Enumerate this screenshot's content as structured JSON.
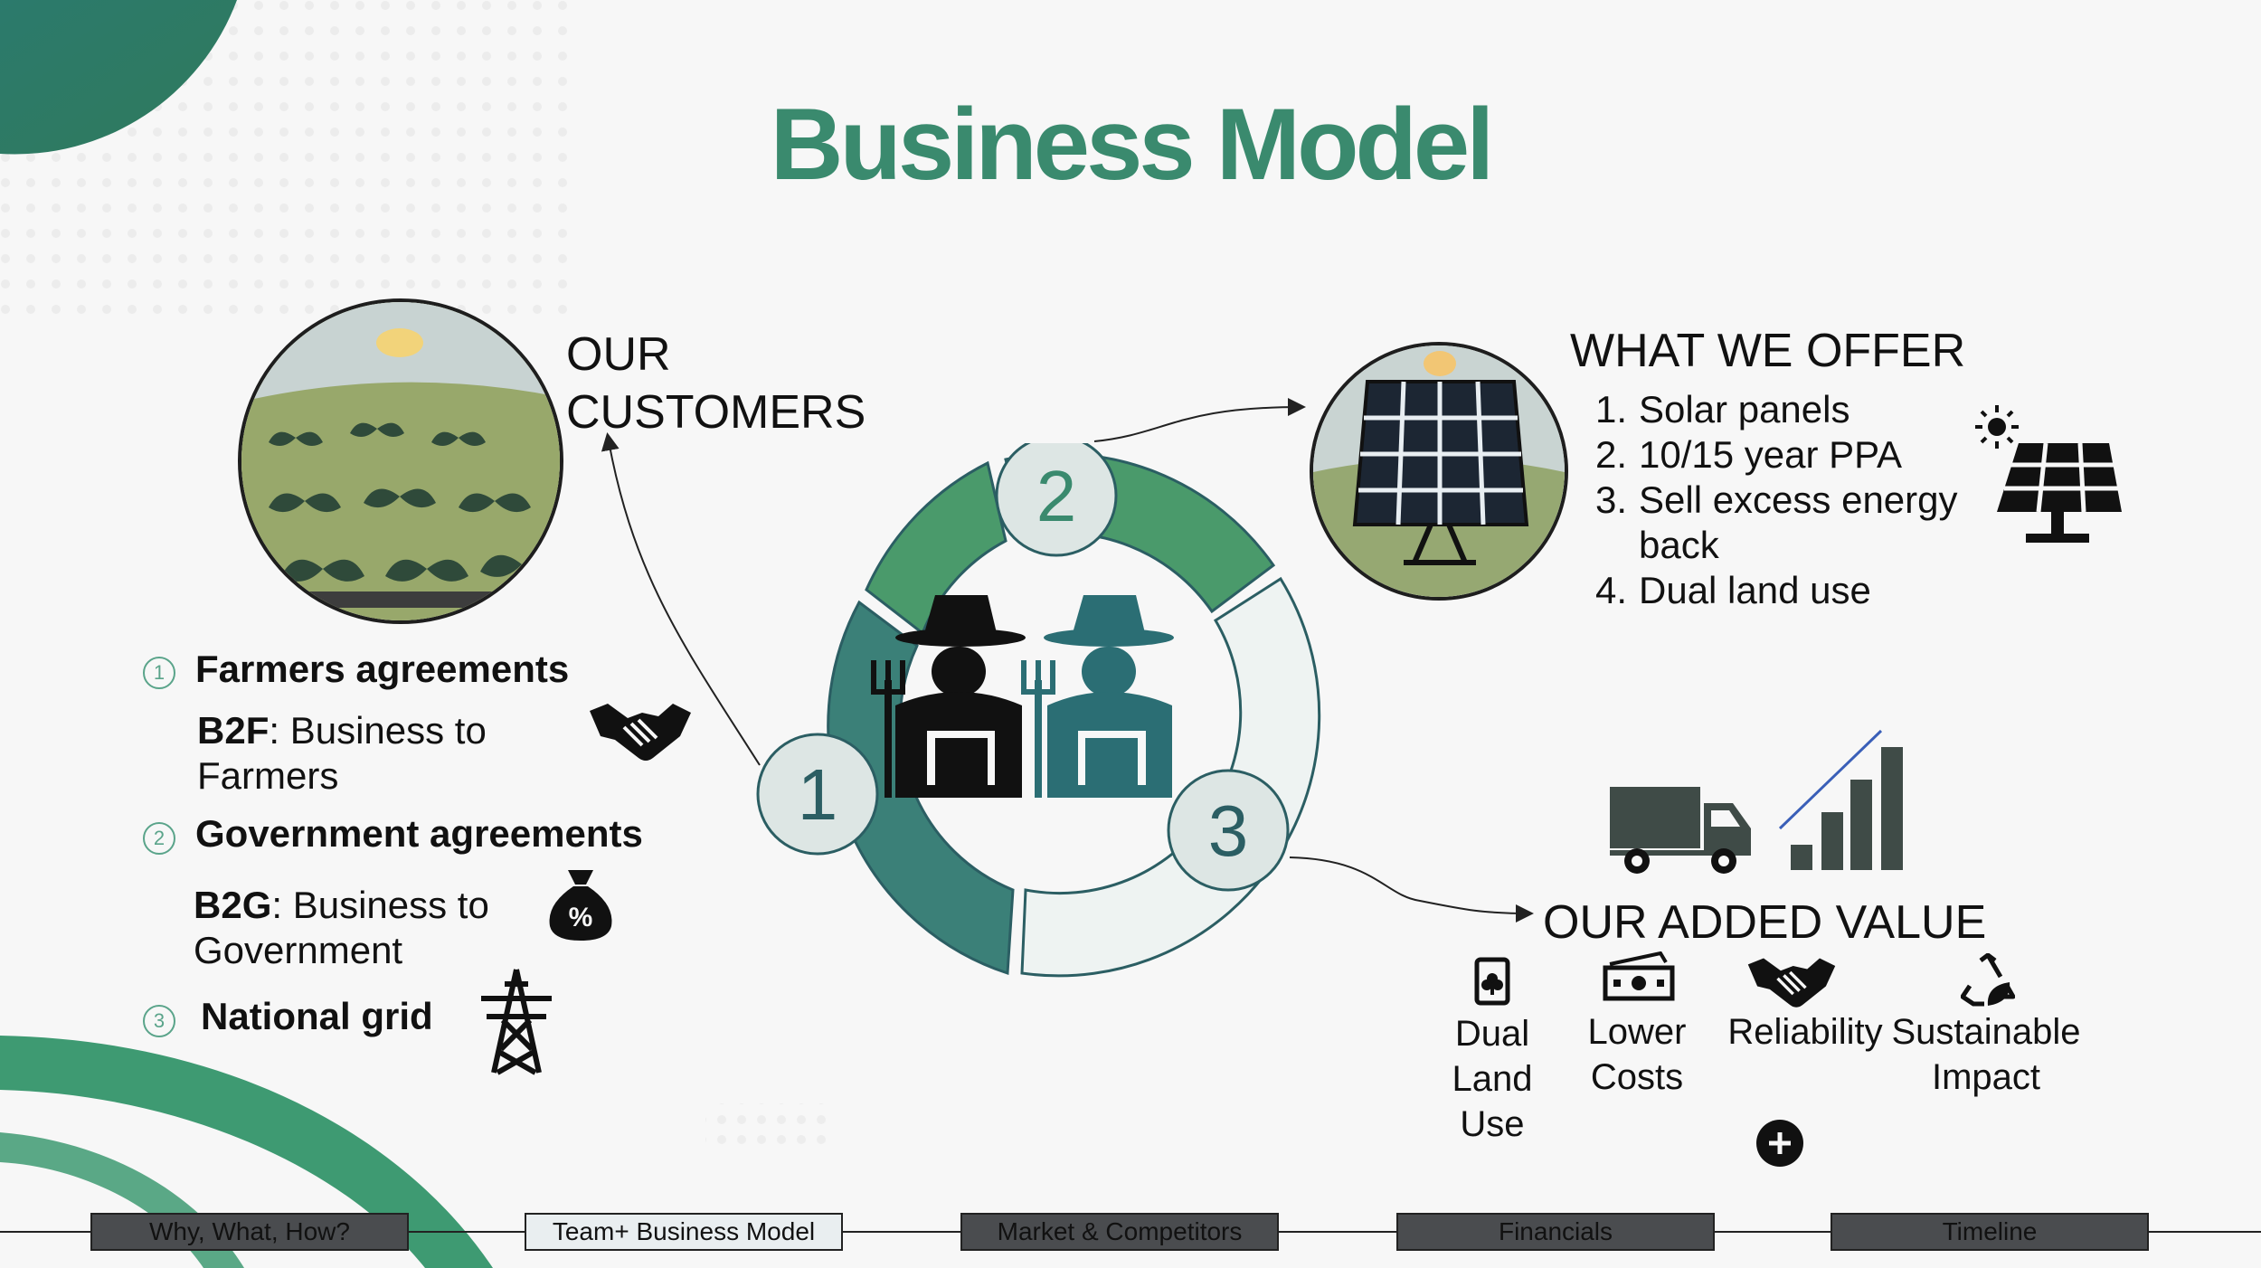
{
  "title": "Business Model",
  "customers": {
    "heading_line1": "OUR",
    "heading_line2": "CUSTOMERS",
    "items": [
      {
        "num": "1",
        "title": "Farmers agreements",
        "bold": "B2F",
        "line1": ": Business to",
        "line2": "Farmers",
        "icon": "handshake-icon"
      },
      {
        "num": "2",
        "title": "Government agreements",
        "bold": "B2G",
        "line1": ": Business to",
        "line2": "Government",
        "icon": "money-bag-percent-icon"
      },
      {
        "num": "3",
        "title": "National grid",
        "icon": "power-pylon-icon"
      }
    ]
  },
  "cycle": {
    "steps": [
      "1",
      "2",
      "3"
    ],
    "colors": {
      "dark": "#3b8078",
      "green": "#4a9a6b",
      "light": "#eef3f2"
    }
  },
  "offer": {
    "heading": "WHAT WE OFFER",
    "items": [
      {
        "num": "1.",
        "text": "Solar panels"
      },
      {
        "num": "2.",
        "text": "10/15 year PPA"
      },
      {
        "num": "3.",
        "text": "Sell excess energy"
      },
      {
        "num": "",
        "text": "back"
      },
      {
        "num": "4.",
        "text": "Dual land use"
      }
    ]
  },
  "added_value": {
    "heading": "OUR ADDED VALUE",
    "items": [
      {
        "line1": "Dual",
        "line2": "Land",
        "line3": "Use",
        "icon": "card-icon"
      },
      {
        "line1": "Lower",
        "line2": "Costs",
        "icon": "cash-icon"
      },
      {
        "line1": "Reliability",
        "icon": "handshake-icon"
      },
      {
        "line1": "Sustainable",
        "line2": "Impact",
        "icon": "recycle-leaf-icon"
      }
    ]
  },
  "nav": [
    "Why, What, How?",
    "Team+ Business Model",
    "Market & Competitors",
    "Financials",
    "Timeline"
  ],
  "colors": {
    "accent": "#3a8a6e",
    "teal": "#2b6e74",
    "nav_bg": "#4a4c4f"
  }
}
